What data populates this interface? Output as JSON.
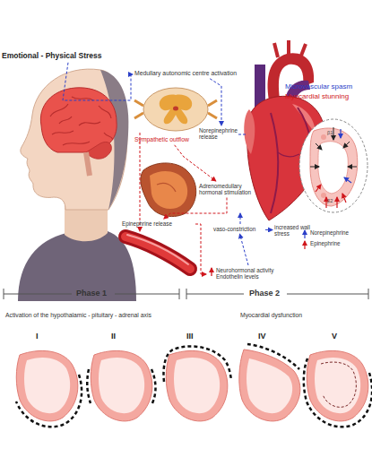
{
  "diagram": {
    "nodes": [
      {
        "text": [
          "Emotional - Physical Stress"
        ]
      },
      {
        "text": [
          "Medullary autonomic centre activation"
        ]
      },
      {
        "text": [
          "Sympathetic outflow"
        ]
      },
      {
        "text": [
          "Adrenomedullary hormonal stimulation"
        ]
      },
      {
        "text": [
          "Epinephrine release"
        ]
      },
      {
        "text": [
          "Norepinephrine release"
        ]
      },
      {
        "text": [
          "vaso-constriction"
        ]
      },
      {
        "text": [
          "increased wall stress"
        ]
      },
      {
        "text": [
          "Neurohormonal activity",
          "Endothelin levels"
        ]
      }
    ],
    "edges": [
      {
        "from": 0,
        "to": 1,
        "arrow": "to"
      },
      {
        "from": 2,
        "to": 3,
        "arrow": "to"
      },
      {
        "from": 3,
        "to": 4,
        "arrow": "to"
      },
      {
        "from": 1,
        "to": 5,
        "arrow": "to"
      },
      {
        "from": 4,
        "to": 8,
        "arrow": "to"
      },
      {
        "from": 8,
        "to": 6,
        "arrow": "to"
      },
      {
        "from": 6,
        "to": 7,
        "arrow": "to"
      }
    ],
    "labels": [
      "Microvascular spasm",
      "Myocardial stunning",
      "β1",
      "β2",
      "Phase 1",
      "Phase 2",
      "Activation of the hypothalamic - pituitary - adrenal axis",
      "Myocardial dysfunction",
      "I",
      "II",
      "III",
      "IV",
      "V"
    ],
    "legend": [
      {
        "text": "Norepinephrine"
      },
      {
        "text": "Epinephrine"
      }
    ]
  }
}
